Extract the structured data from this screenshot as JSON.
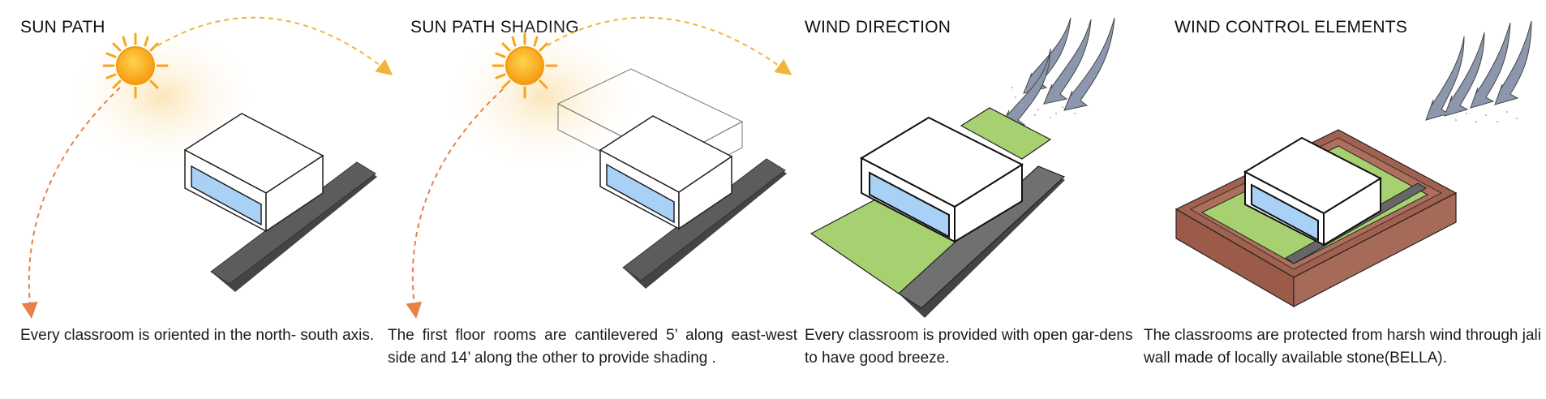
{
  "panels": [
    {
      "title": "SUN PATH",
      "caption": "Every classroom is oriented in the north- south axis."
    },
    {
      "title": "SUN PATH SHADING",
      "caption": "The first floor rooms are cantilevered 5’ along east-west side and 14’ along the other to provide shading ."
    },
    {
      "title": "WIND DIRECTION",
      "caption": "Every classroom is provided with open gar-dens to have good breeze."
    },
    {
      "title": "WIND CONTROL ELEMENTS",
      "caption": "The classrooms are protected from harsh wind through jali wall made of locally available stone(BELLA)."
    }
  ],
  "colors": {
    "sun": "#f7a51c",
    "sun_path_arc": "#f2b53a",
    "sun_path_arc_lower": "#e8804a",
    "window_glass": "#a9d0f5",
    "road": "#555555",
    "garden": "#a7d170",
    "jali_wall": "#a0614f",
    "wind_arrow": "#8c97ae"
  }
}
